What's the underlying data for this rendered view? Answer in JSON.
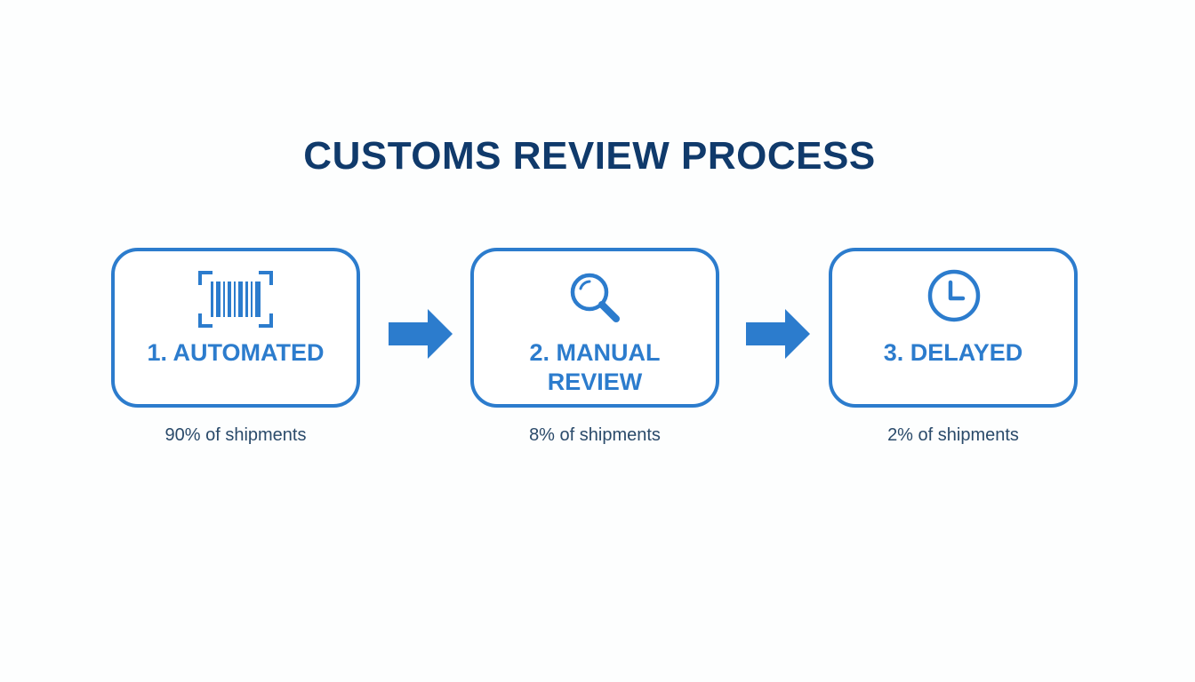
{
  "title": "CUSTOMS REVIEW PROCESS",
  "accent_color": "#2c7ccd",
  "title_color": "#103a6b",
  "steps": [
    {
      "label": "1. AUTOMATED",
      "icon": "barcode-scan-icon",
      "caption": "90% of shipments"
    },
    {
      "label": "2. MANUAL\nREVIEW",
      "icon": "magnifying-glass-icon",
      "caption": "8% of shipments"
    },
    {
      "label": "3. DELAYED",
      "icon": "clock-icon",
      "caption": "2% of shipments"
    }
  ]
}
